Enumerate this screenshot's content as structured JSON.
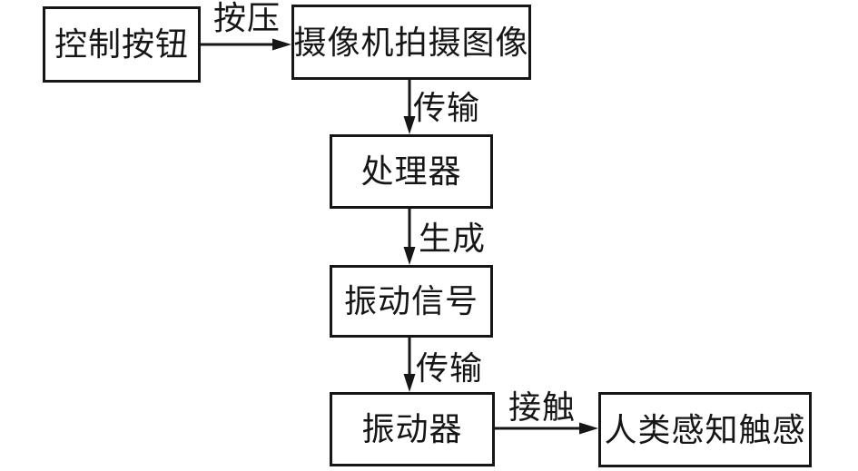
{
  "diagram": {
    "title": "tactile-feedback-flowchart",
    "colors": {
      "ink": "#161616",
      "background": "#ffffff"
    },
    "nodes": [
      {
        "id": "control-button",
        "label": "控制按钮"
      },
      {
        "id": "camera-capture",
        "label": "摄像机拍摄图像"
      },
      {
        "id": "processor",
        "label": "处理器"
      },
      {
        "id": "vibration-signal",
        "label": "振动信号"
      },
      {
        "id": "vibrator",
        "label": "振动器"
      },
      {
        "id": "human-touch",
        "label": "人类感知触感"
      }
    ],
    "edges": [
      {
        "from": "control-button",
        "to": "camera-capture",
        "label": "按压",
        "direction": "right"
      },
      {
        "from": "camera-capture",
        "to": "processor",
        "label": "传输",
        "direction": "down"
      },
      {
        "from": "processor",
        "to": "vibration-signal",
        "label": "生成",
        "direction": "down"
      },
      {
        "from": "vibration-signal",
        "to": "vibrator",
        "label": "传输",
        "direction": "down"
      },
      {
        "from": "vibrator",
        "to": "human-touch",
        "label": "接触",
        "direction": "right"
      }
    ]
  }
}
